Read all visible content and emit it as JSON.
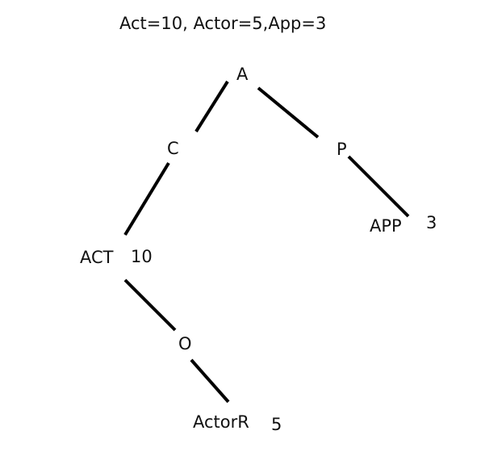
{
  "caption": "Act=10, Actor=5,App=3",
  "nodes": {
    "root": "A",
    "c": "C",
    "p": "P",
    "act": "ACT",
    "app_word": "APP",
    "o": "O",
    "actor_word": "ActorR"
  },
  "counts": {
    "act": "10",
    "app": "3",
    "actor": "5"
  },
  "edges": [
    [
      "A",
      "C"
    ],
    [
      "A",
      "P"
    ],
    [
      "C",
      "ACT"
    ],
    [
      "P",
      "APP"
    ],
    [
      "ACT",
      "O"
    ],
    [
      "O",
      "ActorR"
    ]
  ],
  "colors": {
    "background": "#ffffff",
    "stroke": "#000000",
    "text": "#111111"
  }
}
